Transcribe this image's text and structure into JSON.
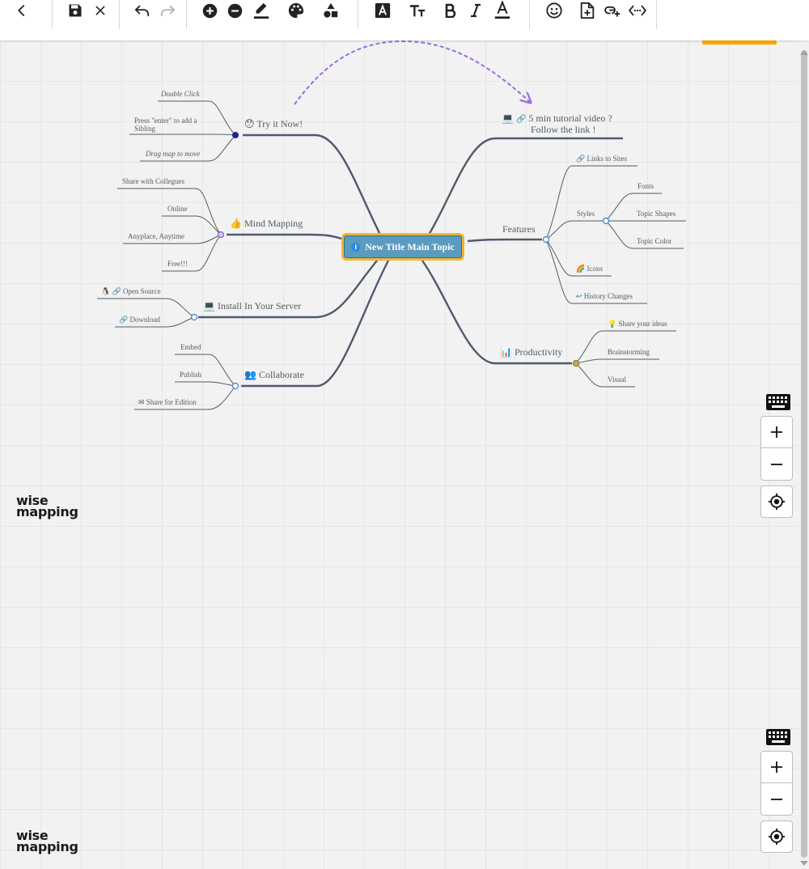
{
  "toolbar": {
    "back": "back-icon",
    "save": "save-icon",
    "discard": "close-icon",
    "undo": "undo-icon",
    "redo": "redo-icon",
    "add_topic": "add-topic-icon",
    "delete_topic": "delete-topic-icon",
    "border_color": "border-color-icon",
    "topic_color": "palette-icon",
    "topic_shape": "shapes-icon",
    "font_color_box": "font-box-icon",
    "font_size": "font-size-icon",
    "bold": "bold-icon",
    "italic": "italic-icon",
    "font_color": "font-color-icon",
    "emoji": "emoji-icon",
    "note": "note-icon",
    "link": "link-icon",
    "relationship": "relationship-icon"
  },
  "mindmap": {
    "central": "New Title Main Topic",
    "topics": {
      "try_it": "Try it Now!",
      "mind_mapping": "Mind Mapping",
      "install": "Install In Your Server",
      "collaborate": "Collaborate",
      "tutorial_line1": "5 min tutorial video ?",
      "tutorial_line2": "Follow the link !",
      "features": "Features",
      "productivity": "Productivity"
    },
    "subtopics": {
      "double_click": "Double Click",
      "press_enter_1": "Press \"enter\" to add a",
      "press_enter_2": "Sibling",
      "drag_map": "Drag map to move",
      "share_collegues": "Share with Collegues",
      "online": "Online",
      "anyplace": "Anyplace, Anytime",
      "free": "Free!!!",
      "open_source": "Open Source",
      "download": "Download",
      "embed": "Embed",
      "publish": "Publish",
      "share_edition": "Share for Edition",
      "links_sites": "Links to Sites",
      "styles": "Styles",
      "fonts": "Fonts",
      "topic_shapes": "Topic Shapes",
      "topic_color": "Topic Color",
      "icons": "Icons",
      "history": "History Changes",
      "share_ideas": "Share your ideas",
      "brainstorming": "Brainstorming",
      "visual": "Visual"
    }
  },
  "controls": {
    "keyboard": "keyboard-icon",
    "zoom_in": "zoom-in-icon",
    "zoom_out": "zoom-out-icon",
    "center": "center-focus-icon"
  },
  "logo": {
    "line1": "wise",
    "line2": "mapping"
  },
  "colors": {
    "accent": "#ffa800",
    "central_fill": "#5b9bbf",
    "central_border": "#f0b632",
    "connector": "#525c61",
    "relationship": "#9b6ce0"
  }
}
